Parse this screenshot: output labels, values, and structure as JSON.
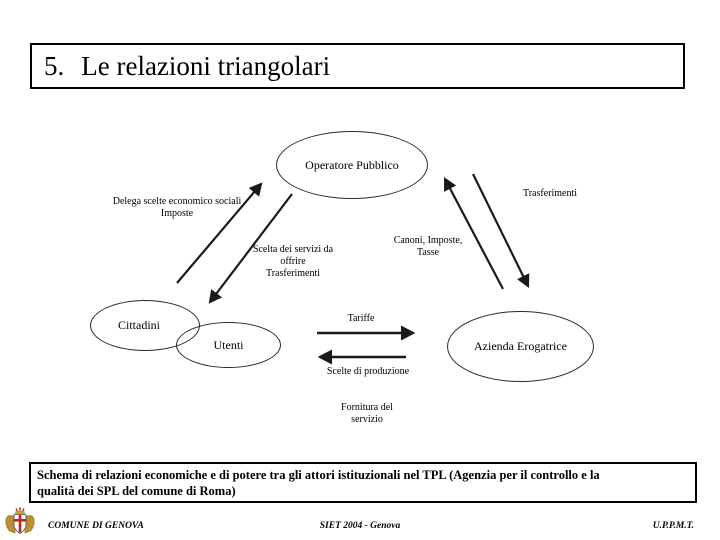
{
  "slide": {
    "title_number": "5.",
    "title_text": "Le relazioni triangolari"
  },
  "diagram": {
    "nodes": {
      "operatore": "Operatore Pubblico",
      "cittadini": "Cittadini",
      "utenti": "Utenti",
      "azienda": "Azienda Erogatrice"
    },
    "edge_labels": {
      "delega": "Delega scelte economico sociali\nImposte",
      "scelta_servizi": "Scelta dei servizi da\noffrire\nTrasferimenti",
      "trasferimenti": "Trasferimenti",
      "canoni": "Canoni, Imposte,\nTasse",
      "tariffe": "Tariffe",
      "scelte_produzione": "Scelte di produzione",
      "fornitura": "Fornitura del\nservizio"
    },
    "edges": [
      {
        "from": "Cittadini",
        "to": "Operatore Pubblico",
        "label": "Delega scelte economico sociali / Imposte"
      },
      {
        "from": "Operatore Pubblico",
        "to": "Cittadini/Utenti",
        "label": "Scelta dei servizi da offrire / Trasferimenti"
      },
      {
        "from": "Azienda Erogatrice",
        "to": "Operatore Pubblico",
        "label": "Canoni, Imposte, Tasse"
      },
      {
        "from": "Operatore Pubblico",
        "to": "Azienda Erogatrice",
        "label": "Trasferimenti"
      },
      {
        "from": "Utenti",
        "to": "Azienda Erogatrice",
        "label": "Tariffe"
      },
      {
        "from": "Azienda Erogatrice",
        "to": "Utenti",
        "label": "Scelte di produzione"
      }
    ]
  },
  "caption": {
    "lines": [
      "Schema di relazioni economiche e di potere tra gli attori istituzionali nel TPL (Agenzia per il controllo e la",
      "qualità dei SPL del comune di Roma)"
    ]
  },
  "footer": {
    "left": "COMUNE DI GENOVA",
    "center": "SIET 2004 - Genova",
    "right": "U.P.P.M.T.",
    "logo": "genova-coat-of-arms"
  },
  "colors": {
    "background": "#ffffff",
    "line": "#1a1a1a",
    "crest_gold": "#bf8f30",
    "crest_red": "#c42222"
  }
}
